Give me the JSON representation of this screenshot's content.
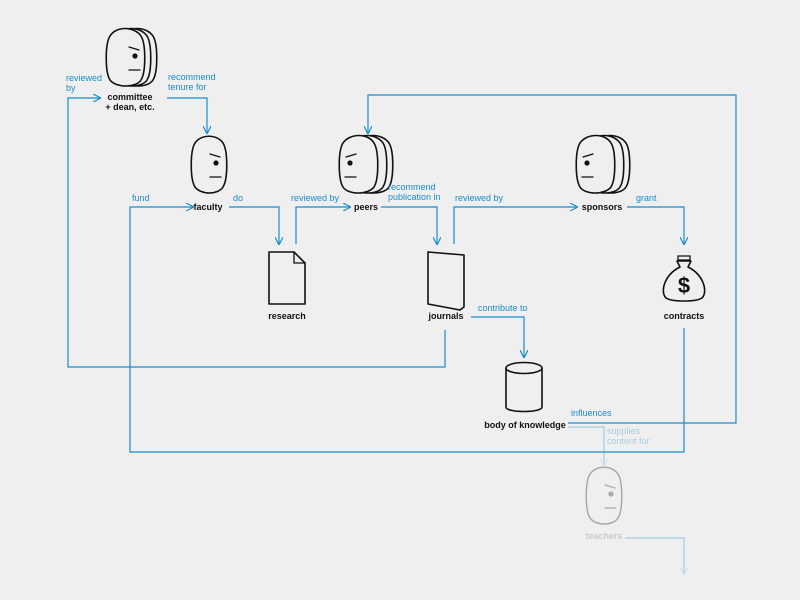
{
  "nodes": {
    "committee_line1": "committee",
    "committee_line2": "+ dean, etc.",
    "faculty": "faculty",
    "peers": "peers",
    "sponsors": "sponsors",
    "research": "research",
    "journals": "journals",
    "contracts": "contracts",
    "body_of_knowledge": "body of knowledge",
    "teachers": "teachers"
  },
  "edges": {
    "reviewed_by_1_line1": "reviewed",
    "reviewed_by_1_line2": "by",
    "recommend_tenure_line1": "recommend",
    "recommend_tenure_line2": "tenure for",
    "fund": "fund",
    "do": "do",
    "reviewed_by_2": "reviewed by",
    "recommend_publication_line1": "recommend",
    "recommend_publication_line2": "publication in",
    "reviewed_by_3": "reviewed by",
    "grant": "grant",
    "contribute_to": "contribute to",
    "influences": "influences",
    "supplies_line1": "supplies",
    "supplies_line2": "content for"
  },
  "icons": {
    "person": "person-head-icon",
    "group": "group-heads-icon",
    "document": "document-icon",
    "journal": "journal-icon",
    "moneybag": "money-bag-icon",
    "database": "database-cylinder-icon"
  },
  "colors": {
    "background": "#efefef",
    "flow": "#1a8ccc",
    "ink": "#111111",
    "faded": "#aaaaaa"
  }
}
